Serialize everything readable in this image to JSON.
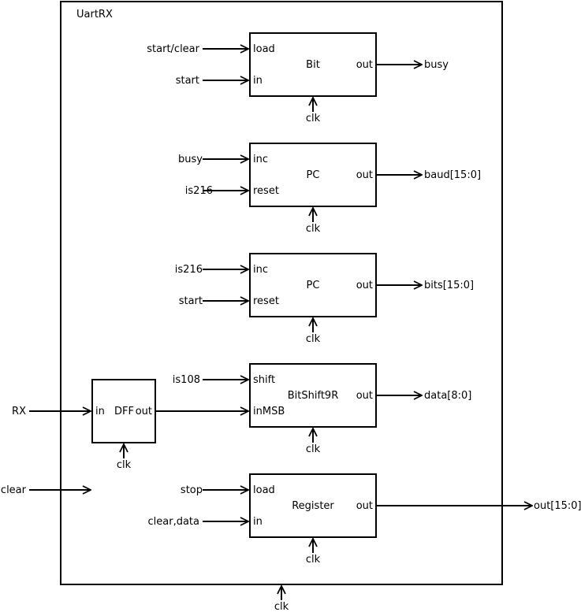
{
  "module": {
    "title": "UartRX"
  },
  "top_inputs": {
    "rx": "RX",
    "clear": "clear"
  },
  "top_output": "out[15:0]",
  "top_clk": "clk",
  "blocks": [
    {
      "name": "Bit",
      "inputs": [
        "load",
        "in"
      ],
      "input_signals": [
        "start/clear",
        "start"
      ],
      "output": "out",
      "output_signal": "busy",
      "clk": "clk"
    },
    {
      "name": "PC",
      "inputs": [
        "inc",
        "reset"
      ],
      "input_signals": [
        "busy",
        "is216"
      ],
      "output": "out",
      "output_signal": "baud[15:0]",
      "clk": "clk"
    },
    {
      "name": "PC",
      "inputs": [
        "inc",
        "reset"
      ],
      "input_signals": [
        "is216",
        "start"
      ],
      "output": "out",
      "output_signal": "bits[15:0]",
      "clk": "clk"
    },
    {
      "name": "BitShift9R",
      "inputs": [
        "shift",
        "inMSB"
      ],
      "input_signals": [
        "is108",
        ""
      ],
      "output": "out",
      "output_signal": "data[8:0]",
      "clk": "clk"
    },
    {
      "name": "Register",
      "inputs": [
        "load",
        "in"
      ],
      "input_signals": [
        "stop",
        "clear,data"
      ],
      "output": "out",
      "output_signal": "out[15:0]",
      "clk": "clk"
    }
  ],
  "dff": {
    "name": "DFF",
    "input": "in",
    "output": "out",
    "clk": "clk"
  }
}
